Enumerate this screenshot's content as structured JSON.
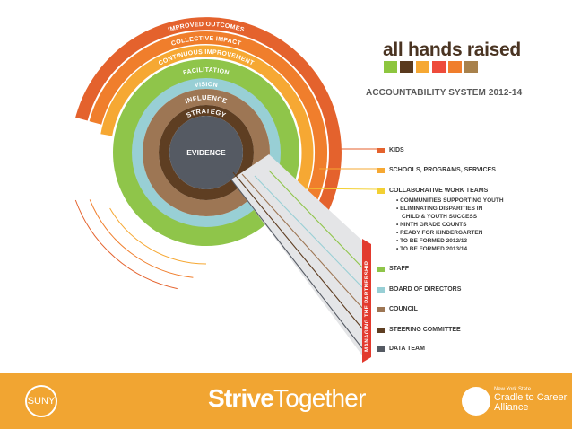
{
  "rings": [
    {
      "label": "IMPROVED OUTCOMES",
      "color": "#e4622d"
    },
    {
      "label": "COLLECTIVE IMPACT",
      "color": "#f07e2c"
    },
    {
      "label": "CONTINUOUS IMPROVEMENT",
      "color": "#f6a833"
    },
    {
      "label": "FACILITATION",
      "color": "#8fc54a"
    },
    {
      "label": "VISION",
      "color": "#98cfd5"
    },
    {
      "label": "INFLUENCE",
      "color": "#9d7654"
    },
    {
      "label": "STRATEGY",
      "color": "#5e3e22"
    },
    {
      "label": "EVIDENCE",
      "color": "#555a63"
    }
  ],
  "brand": {
    "name": "all hands raised",
    "swatches": [
      "#8dc63f",
      "#5a3a1e",
      "#f6a833",
      "#ee4b3b",
      "#f07e2c",
      "#a8814c"
    ]
  },
  "title": "ACCOUNTABILITY SYSTEM 2012-14",
  "legend": [
    {
      "label": "KIDS",
      "color": "#e4622d"
    },
    {
      "label": "SCHOOLS, PROGRAMS, SERVICES",
      "color": "#f6a833"
    },
    {
      "label": "COLLABORATIVE WORK TEAMS",
      "color": "#f3d033"
    },
    {
      "label": "STAFF",
      "color": "#8fc54a"
    },
    {
      "label": "BOARD OF DIRECTORS",
      "color": "#98cfd5"
    },
    {
      "label": "COUNCIL",
      "color": "#9d7654"
    },
    {
      "label": "STEERING COMMITTEE",
      "color": "#5e3e22"
    },
    {
      "label": "DATA TEAM",
      "color": "#555a63"
    }
  ],
  "sub_items": [
    "• COMMUNITIES SUPPORTING YOUTH",
    "• ELIMINATING DISPARITIES IN",
    "CHILD & YOUTH SUCCESS",
    "• NINTH GRADE COUNTS",
    "• READY FOR KINDERGARTEN",
    "• TO BE FORMED 2012/13",
    "• TO BE FORMED 2013/14"
  ],
  "managing_label": "MANAGING THE PARTNERSHIP",
  "footer": {
    "suny": "SUNY",
    "strive_bold": "Strive",
    "strive_light": "Together",
    "alliance_line1": "New York State",
    "alliance_line2": "Cradle to Career",
    "alliance_line3": "Alliance",
    "bg_color": "#f1a532"
  }
}
